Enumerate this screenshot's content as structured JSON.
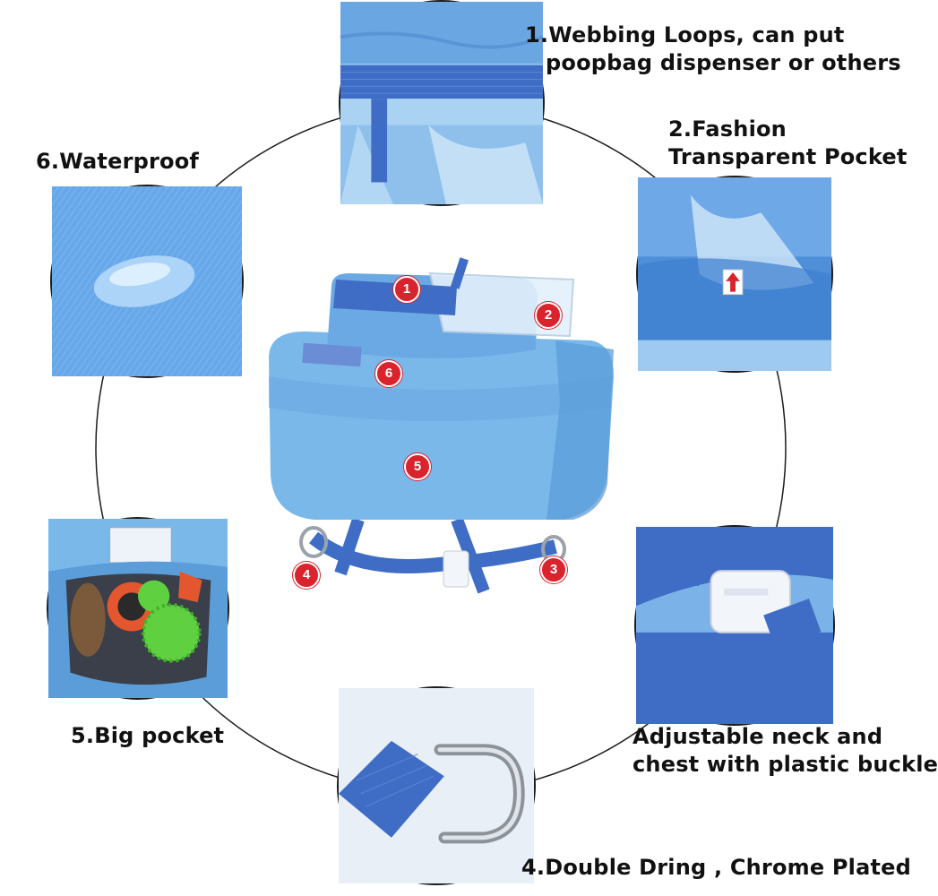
{
  "colors": {
    "bag_blue": "#7ab8ea",
    "bag_dark": "#5b9dd8",
    "webbing_blue": "#3f6dc6",
    "marker_red": "#d9232d",
    "outline": "#1b1b1b"
  },
  "features": [
    {
      "id": "webbing-loops",
      "icon": "webbing-loop-closeup",
      "lines": [
        "1.Webbing Loops, can put",
        "poopbag dispenser or others"
      ]
    },
    {
      "id": "transparent-pocket",
      "icon": "transparent-pocket-closeup",
      "lines": [
        "2.Fashion",
        "Transparent Pocket"
      ]
    },
    {
      "id": "plastic-buckle",
      "icon": "plastic-buckle-closeup",
      "lines": [
        "Adjustable neck and",
        "chest with plastic buckle"
      ]
    },
    {
      "id": "double-dring",
      "icon": "d-ring-closeup",
      "lines": [
        "4.Double Dring , Chrome Plated"
      ]
    },
    {
      "id": "big-pocket",
      "icon": "big-pocket-closeup",
      "lines": [
        "5.Big pocket"
      ]
    },
    {
      "id": "waterproof",
      "icon": "water-droplet-closeup",
      "lines": [
        "6.Waterproof"
      ]
    }
  ],
  "markers": [
    "1",
    "2",
    "3",
    "4",
    "5",
    "6"
  ]
}
